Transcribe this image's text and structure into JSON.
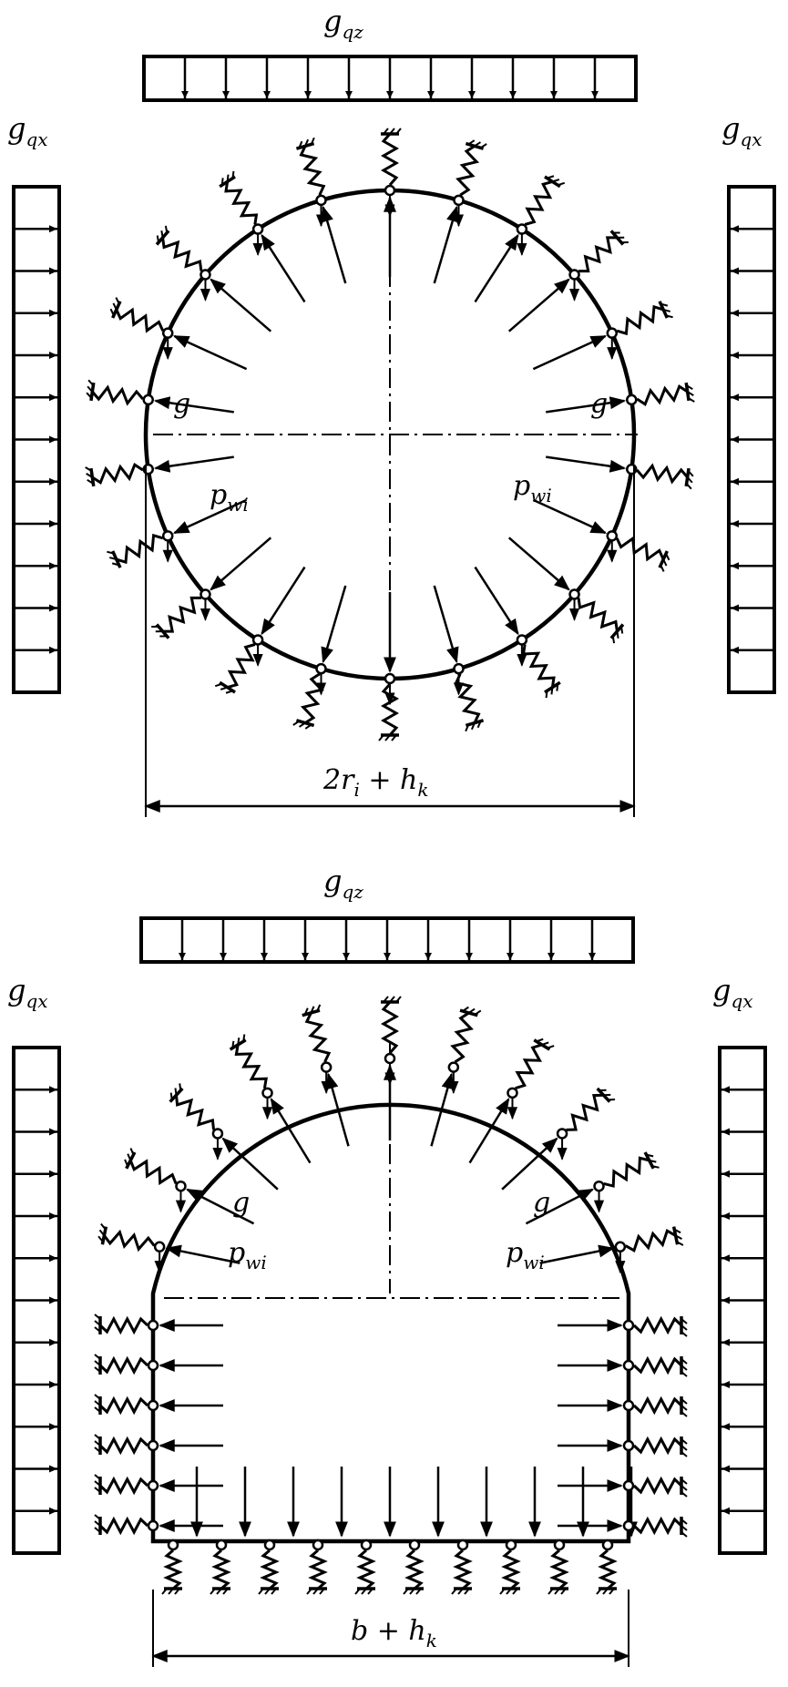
{
  "figures": [
    {
      "id": "circular",
      "labels": {
        "top_load": "g",
        "top_load_sub": "qz",
        "left_load": "g",
        "left_load_sub": "qx",
        "right_load": "g",
        "right_load_sub": "qx",
        "self_weight_left": "g",
        "self_weight_right": "g",
        "water_left": "p",
        "water_left_sub": "wi",
        "water_right": "p",
        "water_right_sub": "wi",
        "dimension_main": "2r",
        "dimension_sub1": "i",
        "dimension_mid": " + h",
        "dimension_sub2": "k"
      }
    },
    {
      "id": "horseshoe",
      "labels": {
        "top_load": "g",
        "top_load_sub": "qz",
        "left_load": "g",
        "left_load_sub": "qx",
        "right_load": "g",
        "right_load_sub": "qx",
        "self_weight_left": "g",
        "self_weight_right": "g",
        "water_left": "p",
        "water_left_sub": "wi",
        "water_right": "p",
        "water_right_sub": "wi",
        "dimension_main": "b + h",
        "dimension_sub": "k"
      }
    }
  ]
}
